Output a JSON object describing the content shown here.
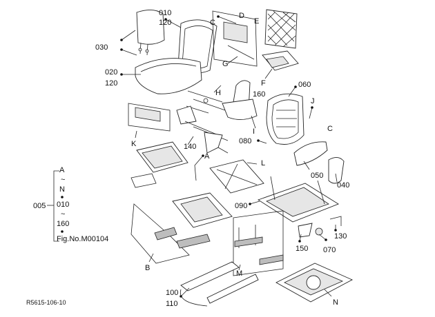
{
  "labels": {
    "p010": "010",
    "p120a": "120",
    "p030": "030",
    "p020": "020",
    "p120b": "120",
    "C1": "C",
    "D": "D",
    "E": "E",
    "G": "G",
    "F": "F",
    "p060": "060",
    "H": "H",
    "p160a": "160",
    "J": "J",
    "C2": "C",
    "I": "I",
    "p080": "080",
    "K": "K",
    "p140": "140",
    "A": "A",
    "L": "L",
    "p050": "050",
    "p040": "040",
    "p090": "090",
    "p150": "150",
    "p070": "070",
    "p130": "130",
    "B": "B",
    "M": "M",
    "N": "N",
    "p100": "100",
    "p110": "110"
  },
  "legend": {
    "ref": "005",
    "a": "A",
    "tilde1": "~",
    "n": "N",
    "s010": "010",
    "tilde2": "~",
    "s160": "160",
    "fig": "Fig.No.M00104"
  },
  "footer": {
    "code": "R5615-106-10"
  }
}
